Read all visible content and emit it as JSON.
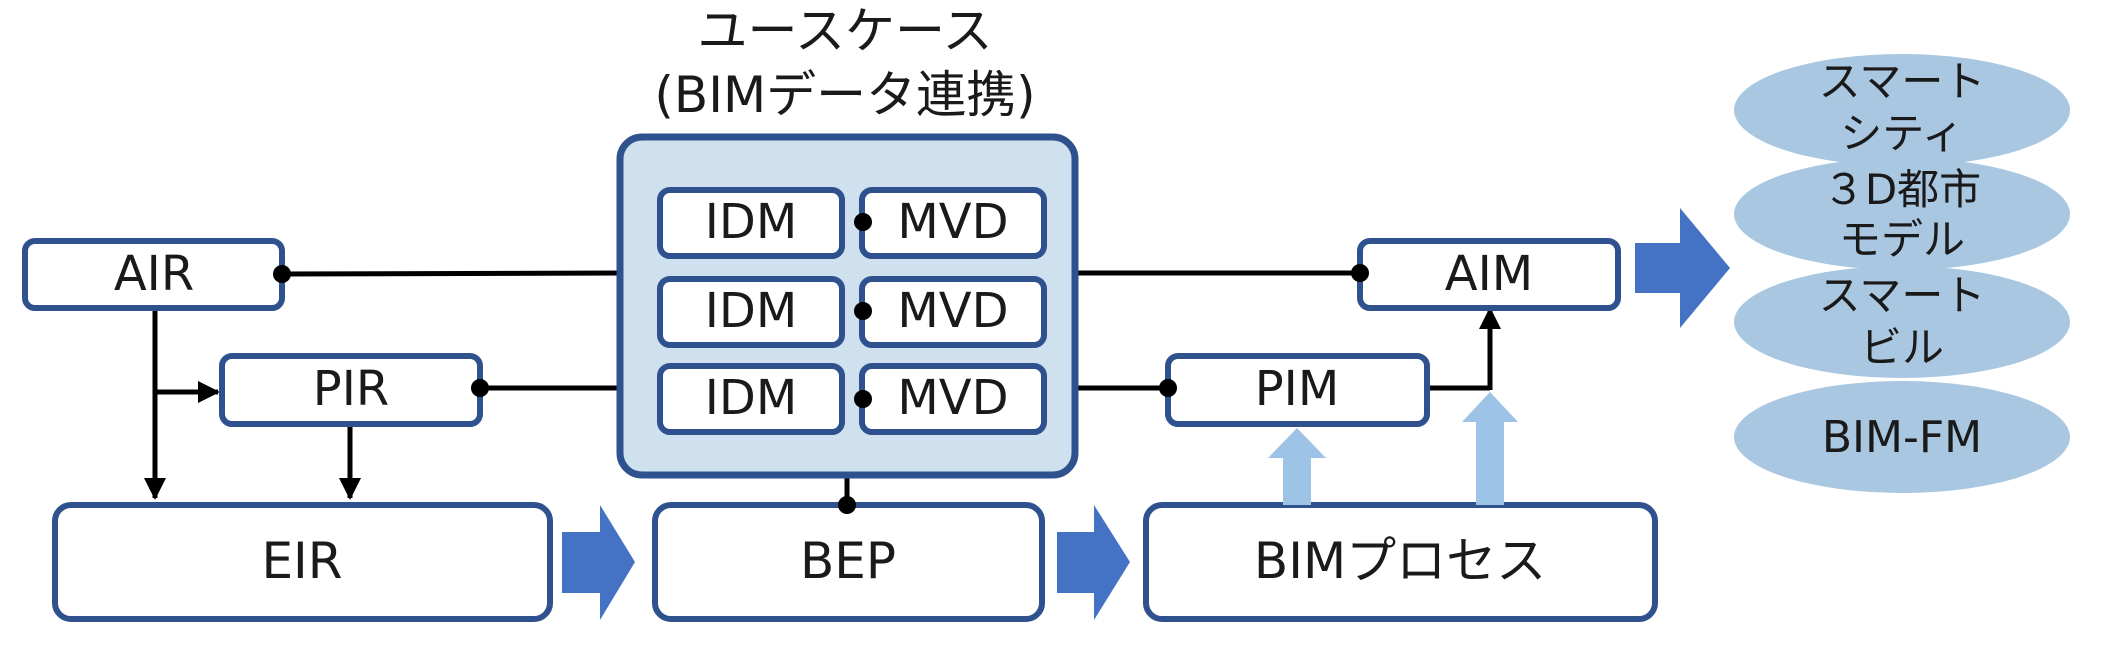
{
  "usecase": {
    "title_line1": "ユースケース",
    "title_line2": "(BIMデータ連携)"
  },
  "pairs": [
    {
      "left": "IDM",
      "right": "MVD"
    },
    {
      "left": "IDM",
      "right": "MVD"
    },
    {
      "left": "IDM",
      "right": "MVD"
    }
  ],
  "left_nodes": {
    "air": "AIR",
    "pir": "PIR"
  },
  "right_nodes": {
    "aim": "AIM",
    "pim": "PIM"
  },
  "bottom_nodes": {
    "eir": "EIR",
    "bep": "BEP",
    "bim_process": "BIMプロセス"
  },
  "outcomes": [
    {
      "line1": "スマート",
      "line2": "シティ"
    },
    {
      "line1": "３D都市",
      "line2": "モデル"
    },
    {
      "line1": "スマート",
      "line2": "ビル"
    },
    {
      "line1": "BIM-FM",
      "line2": ""
    }
  ],
  "colors": {
    "box_border": "#2f528f",
    "usecase_fill": "#cfe0ef",
    "big_arrow": "#4472c4",
    "light_arrow": "#9dc3e6",
    "ellipse_fill": "#a9c7e0"
  }
}
